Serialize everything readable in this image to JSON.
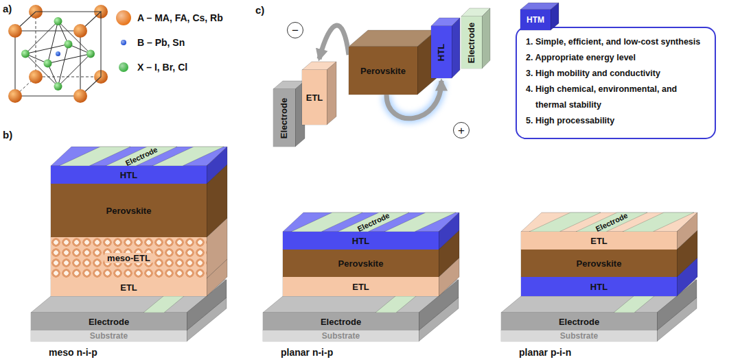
{
  "diagram": {
    "nodes": [
      {
        "text": [
          "−"
        ]
      },
      {
        "text": [
          "Perovskite"
        ]
      },
      {
        "text": [
          "ETL"
        ]
      },
      {
        "text": [
          "Electrode"
        ]
      },
      {
        "text": [
          "HTL"
        ]
      },
      {
        "text": [
          "Electrode"
        ]
      },
      {
        "text": [
          "+"
        ]
      },
      {
        "text": [
          "HTM"
        ]
      },
      {
        "text": [
          "1. Simple, efficient, and low-cost synthesis",
          "2. Appropriate energy level",
          "3. High mobility and conductivity",
          "4. High chemical, environmental, and thermal stability",
          "5. High processability"
        ]
      },
      {
        "text": [
          "Electrode"
        ]
      },
      {
        "text": [
          "HTL"
        ]
      },
      {
        "text": [
          "Perovskite"
        ]
      },
      {
        "text": [
          "meso-ETL"
        ]
      },
      {
        "text": [
          "ETL"
        ]
      },
      {
        "text": [
          "Electrode"
        ]
      },
      {
        "text": [
          "Substrate"
        ]
      },
      {
        "text": [
          "Electrode"
        ]
      },
      {
        "text": [
          "HTL"
        ]
      },
      {
        "text": [
          "Perovskite"
        ]
      },
      {
        "text": [
          "ETL"
        ]
      },
      {
        "text": [
          "Electrode"
        ]
      },
      {
        "text": [
          "Substrate"
        ]
      },
      {
        "text": [
          "Electrode"
        ]
      },
      {
        "text": [
          "ETL"
        ]
      },
      {
        "text": [
          "Perovskite"
        ]
      },
      {
        "text": [
          "HTL"
        ]
      },
      {
        "text": [
          "Electrode"
        ]
      },
      {
        "text": [
          "Substrate"
        ]
      }
    ],
    "edges": [
      {
        "from": 1,
        "to": 2,
        "arrow": "to"
      },
      {
        "from": 1,
        "to": 4,
        "arrow": "to"
      }
    ],
    "labels": [
      "a)",
      "b)",
      "c)",
      "meso n-i-p",
      "planar n-i-p",
      "planar p-i-n"
    ],
    "legend": [
      {
        "text": "A – MA, FA, Cs, Rb",
        "color": "#e8771e"
      },
      {
        "text": "B – Pb, Sn",
        "color": "#1f4fd6"
      },
      {
        "text": "X – I, Br, Cl",
        "color": "#3cb043"
      }
    ]
  }
}
